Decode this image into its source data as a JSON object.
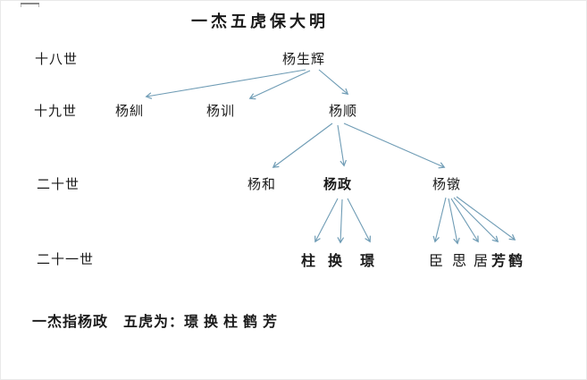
{
  "title": "一杰五虎保大明",
  "generations": [
    {
      "label": "十八世"
    },
    {
      "label": "十九世"
    },
    {
      "label": "二十世"
    },
    {
      "label": "二十一世"
    }
  ],
  "nodes": {
    "root": "杨生辉",
    "gen19": [
      "杨紃",
      "杨训",
      "杨顺"
    ],
    "gen20": [
      "杨和",
      "杨政",
      "杨镦"
    ],
    "gen21_zheng": [
      "柱",
      "换",
      "璟"
    ],
    "gen21_dun": [
      "臣",
      "思",
      "居",
      "芳",
      "鹤"
    ]
  },
  "footnote": "一杰指杨政　五虎为：璟 换 柱 鹤 芳",
  "colors": {
    "arrow": "#6f9cb5",
    "text": "#1a1a1a",
    "background": "#ffffff"
  }
}
